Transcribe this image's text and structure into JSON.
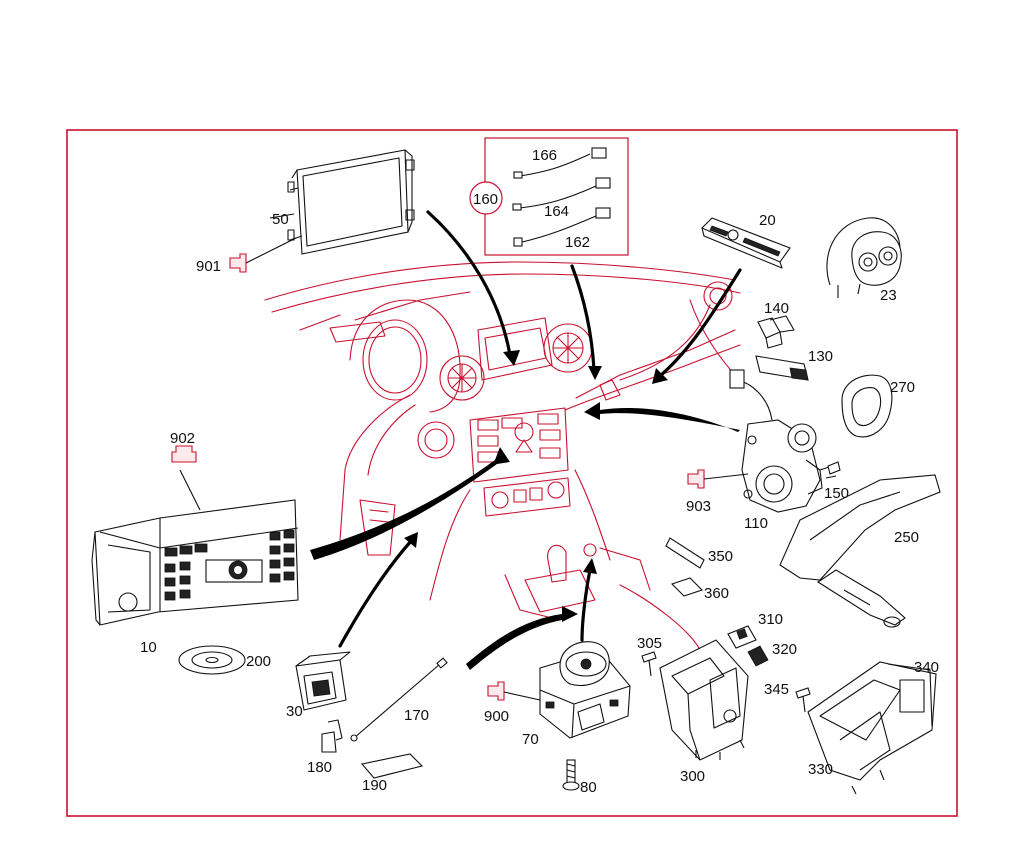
{
  "callouts": [
    {
      "id": "c50",
      "text": "50"
    },
    {
      "id": "c901",
      "text": "901"
    },
    {
      "id": "c166",
      "text": "166"
    },
    {
      "id": "c160",
      "text": "160"
    },
    {
      "id": "c164",
      "text": "164"
    },
    {
      "id": "c162",
      "text": "162"
    },
    {
      "id": "c20",
      "text": "20"
    },
    {
      "id": "c23",
      "text": "23"
    },
    {
      "id": "c140",
      "text": "140"
    },
    {
      "id": "c130",
      "text": "130"
    },
    {
      "id": "c270",
      "text": "270"
    },
    {
      "id": "c902",
      "text": "902"
    },
    {
      "id": "c903",
      "text": "903"
    },
    {
      "id": "c150",
      "text": "150"
    },
    {
      "id": "c110",
      "text": "110"
    },
    {
      "id": "c250",
      "text": "250"
    },
    {
      "id": "c350",
      "text": "350"
    },
    {
      "id": "c360",
      "text": "360"
    },
    {
      "id": "c10",
      "text": "10"
    },
    {
      "id": "c200",
      "text": "200"
    },
    {
      "id": "c310",
      "text": "310"
    },
    {
      "id": "c305",
      "text": "305"
    },
    {
      "id": "c320",
      "text": "320"
    },
    {
      "id": "c340",
      "text": "340"
    },
    {
      "id": "c345",
      "text": "345"
    },
    {
      "id": "c30",
      "text": "30"
    },
    {
      "id": "c170",
      "text": "170"
    },
    {
      "id": "c900",
      "text": "900"
    },
    {
      "id": "c70",
      "text": "70"
    },
    {
      "id": "c180",
      "text": "180"
    },
    {
      "id": "c300",
      "text": "300"
    },
    {
      "id": "c330",
      "text": "330"
    },
    {
      "id": "c190",
      "text": "190"
    },
    {
      "id": "c80",
      "text": "80"
    }
  ],
  "colors": {
    "frame": "#c8102e",
    "linework": "#c8102e",
    "parts": "#111111",
    "background": "#ffffff"
  }
}
